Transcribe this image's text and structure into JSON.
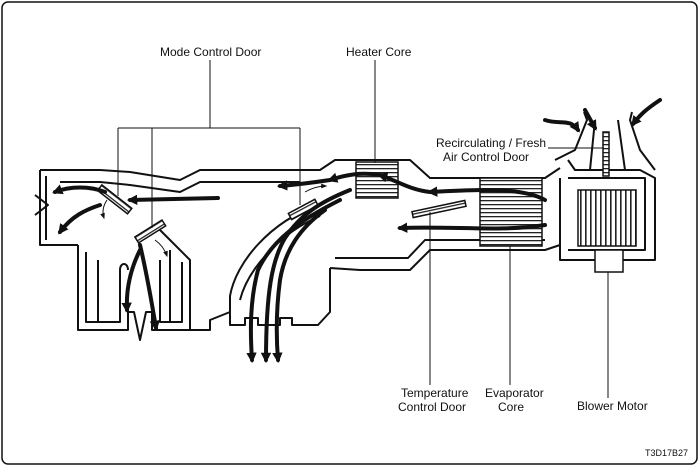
{
  "labels": {
    "mode_control_door": "Mode Control Door",
    "heater_core": "Heater Core",
    "recirc_line1": "Recirculating / Fresh",
    "recirc_line2": "Air Control Door",
    "temp_line1": "Temperature",
    "temp_line2": "Control Door",
    "evap_line1": "Evaporator",
    "evap_line2": "Core",
    "blower_motor": "Blower Motor",
    "figure_code": "T3D17B27"
  },
  "colors": {
    "ink": "#111111",
    "background": "#ffffff"
  }
}
